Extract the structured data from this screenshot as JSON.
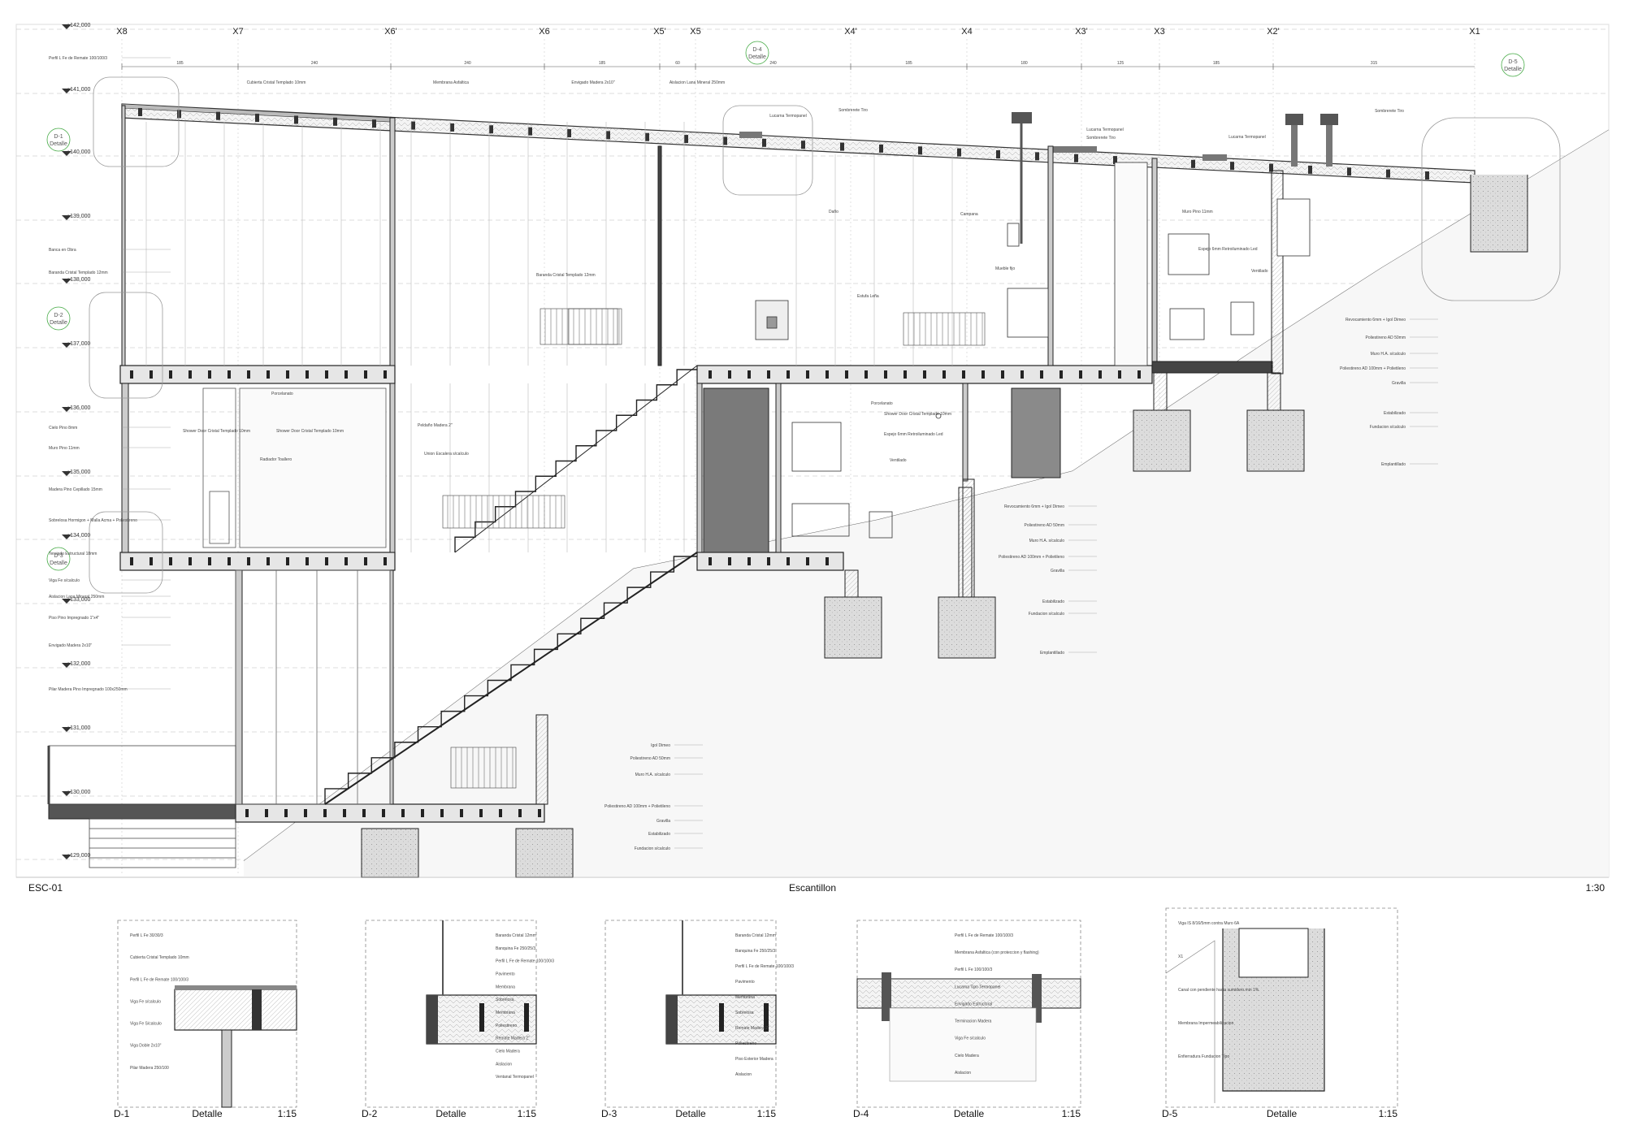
{
  "sheet": {
    "code": "ESC-01",
    "title": "Escantillon",
    "scale": "1:30"
  },
  "grid_axes": [
    "X8",
    "X7",
    "X6'",
    "X6",
    "X5'",
    "X5",
    "X4'",
    "X4",
    "X3'",
    "X3",
    "X2'",
    "X1"
  ],
  "grid_dims": [
    "185",
    "240",
    "240",
    "185",
    "60",
    "240",
    "185",
    "180",
    "125",
    "185",
    "315"
  ],
  "levels": [
    "+142,000",
    "+141,000",
    "+140,000",
    "+139,000",
    "+138,000",
    "+137,000",
    "+136,000",
    "+135,000",
    "+134,000",
    "+133,000",
    "+132,000",
    "+131,000",
    "+130,000",
    "+129,000"
  ],
  "detail_tags": {
    "d1": {
      "code": "D-1",
      "label": "Detalle"
    },
    "d2": {
      "code": "D-2",
      "label": "Detalle"
    },
    "d3": {
      "code": "D-3",
      "label": "Detalle"
    },
    "d4": {
      "code": "D-4",
      "label": "Detalle"
    },
    "d5": {
      "code": "D-5",
      "label": "Detalle"
    }
  },
  "left_notes": [
    "Perfil L Fe de Remate 100/100/3",
    "Banca en Obra",
    "Baranda Cristal Templado 12mm",
    "Cielo Pino 8mm",
    "Muro Pino 11mm",
    "Madera Pino Cepillado 15mm",
    "Sobrelosa Hormigon + Malla Acma + Poliestireno",
    "Terciado Estructural 18mm",
    "Viga Fe s/calculo",
    "Aislacion Lana Mineral 250mm",
    "Piso Pino Impregnado 1\"x4\"",
    "Envigado Madera 2x10\"",
    "Pilar Madera Pino Impregnado 100x250mm"
  ],
  "top_notes": [
    "Cubierta Cristal Templado 10mm",
    "Membrana Asfaltica",
    "Envigado Madera 2x10\"",
    "Aislacion Lana Mineral 250mm",
    "Lucarna Termopanel",
    "Sombrerete Tiro",
    "Lucarna Termopanel",
    "Sombrerete Tiro",
    "Lucarna Termopanel",
    "Sombrerete Tiro"
  ],
  "interior_notes": [
    "Baranda Cristal Templado 12mm",
    "Daño",
    "Campana",
    "Muro Pino 11mm",
    "Espejo 6mm Retroiluminado Led",
    "Ventilado",
    "Mueble fijo",
    "Estufa Leña",
    "Porcelanato",
    "Shower Door Cristal Templado 10mm",
    "Shower Door Cristal Templado 10mm",
    "Radiador Toallero",
    "Peldaño Madera 2\"",
    "Union Escalera s/calculo",
    "Porcelanato",
    "Shower Door Cristal Templado 10mm",
    "Espejo 6mm Retroiluminado Led",
    "Ventilado"
  ],
  "right_notes": [
    "Revocamiento 6mm + Igol Dimeo",
    "Poliestireno AD 50mm",
    "Muro H.A. s/calculo",
    "Poliestireno AD 100mm + Polietileno",
    "Gravilla",
    "Estabilizado",
    "Fundacion s/calculo",
    "Emplantillado"
  ],
  "mid_notes": [
    "Revocamiento 6mm + Igol Dimeo",
    "Poliestireno AD 50mm",
    "Muro H.A. s/calculo",
    "Poliestireno AD 100mm + Polietileno",
    "Gravilla",
    "Estabilizado",
    "Fundacion s/calculo",
    "Emplantillado"
  ],
  "low_notes": [
    "Igol Dimeo",
    "Poliestireno AD 50mm",
    "Muro H.A. s/calculo",
    "Poliestireno AD 100mm + Polietileno",
    "Gravilla",
    "Estabilizado",
    "Fundacion s/calculo"
  ],
  "details": [
    {
      "code": "D-1",
      "title": "Detalle",
      "scale": "1:15",
      "notes": [
        "Perfil L Fe 30/30/3",
        "Cubierta Cristal Templado 10mm",
        "Perfil L Fe de Remate 100/100/3",
        "Viga Fe s/calculo",
        "Viga Fe S/calculo",
        "Viga Doble 2x10\"",
        "Pilar Madera 250/100"
      ]
    },
    {
      "code": "D-2",
      "title": "Detalle",
      "scale": "1:15",
      "notes": [
        "Baranda Cristal 12mm",
        "Banquina Fe 250/25/3",
        "Perfil L Fe de Remate 100/100/3",
        "Pavimento",
        "Membrana",
        "Sobrelosa",
        "Membrana",
        "Poliestireno",
        "Remate Madera 2\"",
        "Cielo Madera",
        "Aislacion",
        "Ventanal Termopanel"
      ]
    },
    {
      "code": "D-3",
      "title": "Detalle",
      "scale": "1:15",
      "notes": [
        "Baranda Cristal 12mm",
        "Banquina Fe 250/25/3",
        "Perfil L Fe de Remate 100/100/3",
        "Pavimento",
        "Membrana",
        "Sobrelosa",
        "Remate Madera 2\"",
        "Poliestireno",
        "Piso Exterior Madera",
        "Aislacion"
      ]
    },
    {
      "code": "D-4",
      "title": "Detalle",
      "scale": "1:15",
      "notes": [
        "Perfil L Fe de Remate 100/100/3",
        "Membrana Asfaltica (con proteccion y flashing)",
        "Perfil L Fe 100/100/3",
        "Lucarna Tipo Termopanel",
        "Envigado Estructural",
        "Terminacion Madera",
        "Viga Fe s/calculo",
        "Cielo Madera",
        "Aislacion"
      ]
    },
    {
      "code": "D-5",
      "title": "Detalle",
      "scale": "1:15",
      "notes": [
        "Viga IS 8/16/5mm contra Muro 6A",
        "X1",
        "Canal con pendiente hacia sumidero min 1%",
        "Membrana Impermeabilizacion",
        "Enfierradura Fundacion Tipo"
      ]
    }
  ]
}
